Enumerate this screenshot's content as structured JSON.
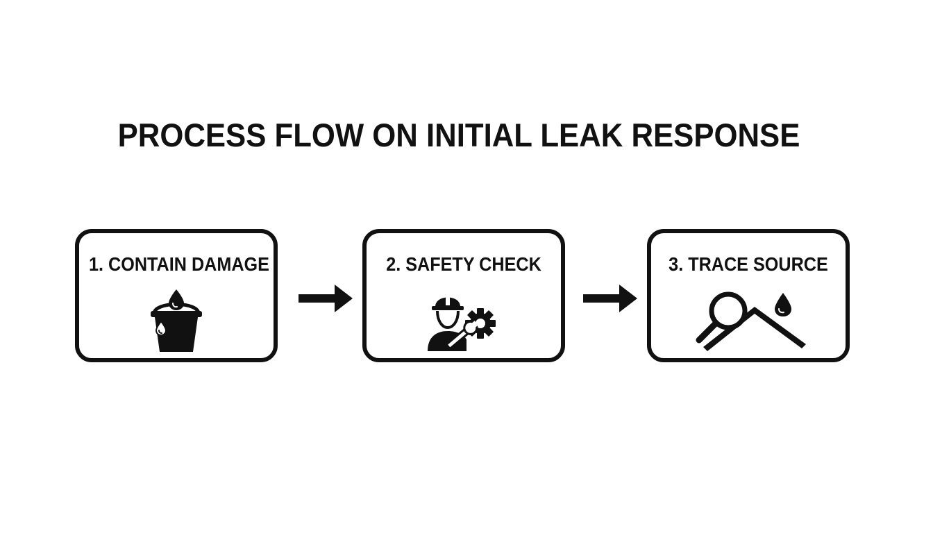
{
  "diagram": {
    "title": "PROCESS FLOW ON INITIAL LEAK RESPONSE",
    "steps": [
      {
        "label": "1. CONTAIN DAMAGE",
        "icon": "bucket-with-water-drop-icon"
      },
      {
        "label": "2. SAFETY CHECK",
        "icon": "worker-with-wrench-and-gear-icon"
      },
      {
        "label": "3. TRACE SOURCE",
        "icon": "magnifier-roof-leak-icon"
      }
    ],
    "connectors": [
      "right-arrow-icon",
      "right-arrow-icon"
    ]
  },
  "colors": {
    "foreground": "#111111",
    "background": "#ffffff"
  }
}
